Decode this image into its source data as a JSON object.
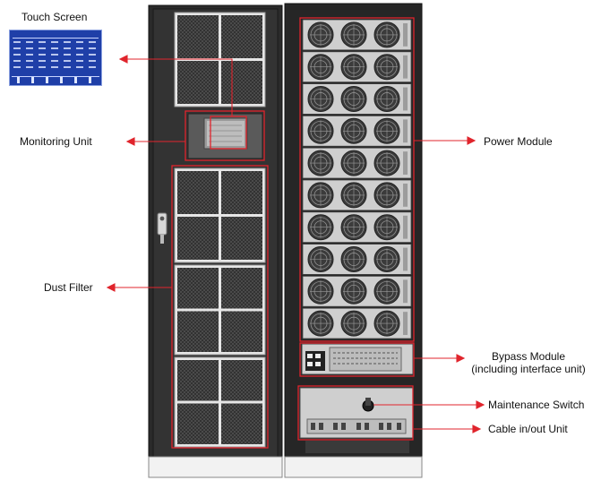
{
  "labels": {
    "touch_screen": "Touch Screen",
    "monitoring_unit": "Monitoring Unit",
    "dust_filter": "Dust Filter",
    "power_module": "Power Module",
    "bypass_module_line1": "Bypass Module",
    "bypass_module_line2": "(including interface unit)",
    "maintenance_switch": "Maintenance Switch",
    "cable_unit": "Cable in/out Unit"
  },
  "counts": {
    "power_modules": 10,
    "fans_per_module": 3
  },
  "colors": {
    "callout": "#e0242c",
    "cabinet_frame": "#2b2b2b",
    "filter_mesh": "#3a3a3a",
    "filter_frame": "#e8e8e8",
    "module_face": "#d9d9d9",
    "screen_blue": "#1f3fa8",
    "label_text": "#111111"
  }
}
